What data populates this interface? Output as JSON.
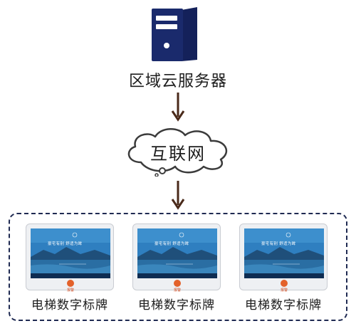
{
  "server": {
    "label": "区域云服务器",
    "icon": "server-icon"
  },
  "network": {
    "label": "互联网",
    "icon": "cloud-icon"
  },
  "devices": [
    {
      "label": "电梯数字标牌",
      "screen_caption": "豪宅有别  舒适为眸",
      "button_label": "报警"
    },
    {
      "label": "电梯数字标牌",
      "screen_caption": "豪宅有别  舒适为眸",
      "button_label": "报警"
    },
    {
      "label": "电梯数字标牌",
      "screen_caption": "豪宅有别  舒适为眸",
      "button_label": "报警"
    }
  ],
  "colors": {
    "server": "#1a2a6c",
    "arrow": "#4a2a1a",
    "group_border": "#1f2a52",
    "alarm": "#e3612a"
  }
}
